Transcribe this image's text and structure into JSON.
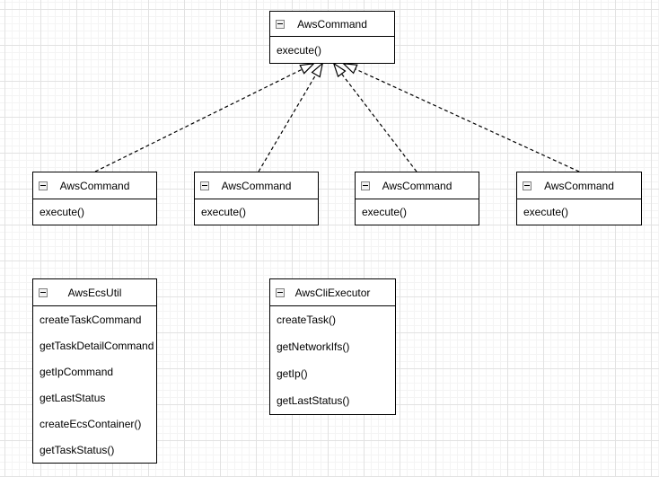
{
  "diagram": {
    "type": "uml-class-diagram",
    "connector_style": "realization-dashed-hollow-triangle",
    "colors": {
      "box_fill": "#ffffff",
      "box_border": "#000000",
      "connector": "#000000",
      "grid_minor": "#f4f4f4",
      "grid_major": "#e2e2e2",
      "canvas_background": "#ffffff"
    },
    "collapse_icon_glyph": "-"
  },
  "classes": [
    {
      "title": "AwsCommand",
      "methods": [
        "execute()"
      ]
    },
    {
      "title": "AwsCommand",
      "methods": [
        "execute()"
      ]
    },
    {
      "title": "AwsCommand",
      "methods": [
        "execute()"
      ]
    },
    {
      "title": "AwsCommand",
      "methods": [
        "execute()"
      ]
    },
    {
      "title": "AwsCommand",
      "methods": [
        "execute()"
      ]
    },
    {
      "title": "AwsEcsUtil",
      "methods": [
        "createTaskCommand",
        "getTaskDetailCommand",
        "getIpCommand",
        "getLastStatus",
        "createEcsContainer()",
        "getTaskStatus()"
      ]
    },
    {
      "title": "AwsCliExecutor",
      "methods": [
        "createTask()",
        "getNetworkIfs()",
        "getIp()",
        "getLastStatus()"
      ]
    }
  ]
}
